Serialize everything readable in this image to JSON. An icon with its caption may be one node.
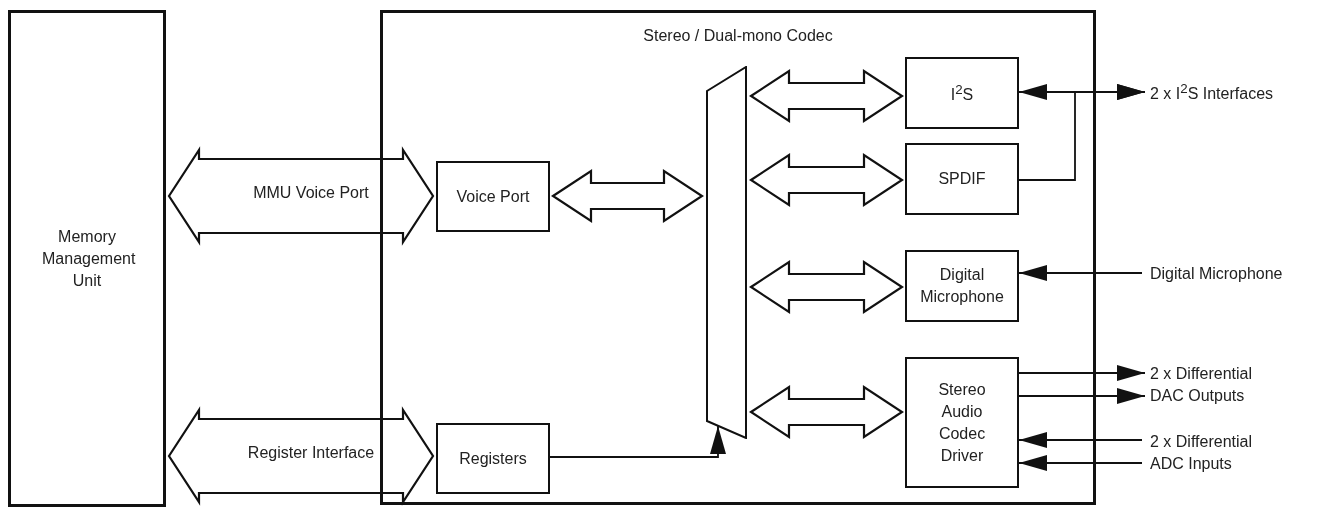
{
  "diagram": {
    "nodes": [
      {
        "text": [
          "Memory Management Unit"
        ]
      },
      {
        "text": [
          "Stereo / Dual-mono Codec"
        ]
      },
      {
        "text": [
          "Voice Port"
        ],
        "in": 1
      },
      {
        "text": [
          "Registers"
        ],
        "in": 1
      },
      {
        "text": [],
        "shape": "trapezoid",
        "in": 1
      },
      {
        "text": [
          "I$^{2}$S"
        ],
        "in": 1
      },
      {
        "text": [
          "SPDIF"
        ],
        "in": 1
      },
      {
        "text": [
          "Digital Microphone"
        ],
        "in": 1
      },
      {
        "text": [
          "Stereo Audio Codec Driver"
        ],
        "in": 1
      },
      {
        "text": [
          "2 x I$^{2}$S Interfaces"
        ]
      },
      {
        "text": [
          "Digital Microphone"
        ]
      },
      {
        "text": [
          "2 x Differential DAC Outputs"
        ]
      },
      {
        "text": [
          "2 x Differential ADC Inputs"
        ]
      }
    ],
    "edges": [
      {
        "from": 0,
        "to": 2,
        "arrow": "both",
        "label": "MMU Voice Port",
        "style": "thick"
      },
      {
        "from": 0,
        "to": 3,
        "arrow": "both",
        "label": "Register Interface",
        "style": "thick"
      },
      {
        "from": 2,
        "to": 4,
        "arrow": "both",
        "style": "thick"
      },
      {
        "from": 3,
        "to": 4,
        "arrow": "to"
      },
      {
        "from": 4,
        "to": 5,
        "arrow": "both",
        "style": "thick"
      },
      {
        "from": 4,
        "to": 6,
        "arrow": "both",
        "style": "thick"
      },
      {
        "from": 4,
        "to": 7,
        "arrow": "both",
        "style": "thick"
      },
      {
        "from": 4,
        "to": 8,
        "arrow": "both",
        "style": "thick"
      },
      {
        "from": 5,
        "to": 9,
        "arrow": "both"
      },
      {
        "from": 6,
        "to": 9,
        "arrow": "to"
      },
      {
        "from": 10,
        "to": 7,
        "arrow": "to"
      },
      {
        "from": 8,
        "to": 11,
        "arrow": "to"
      },
      {
        "from": 8,
        "to": 11,
        "arrow": "to"
      },
      {
        "from": 12,
        "to": 8,
        "arrow": "to"
      },
      {
        "from": 12,
        "to": 8,
        "arrow": "to"
      }
    ]
  }
}
